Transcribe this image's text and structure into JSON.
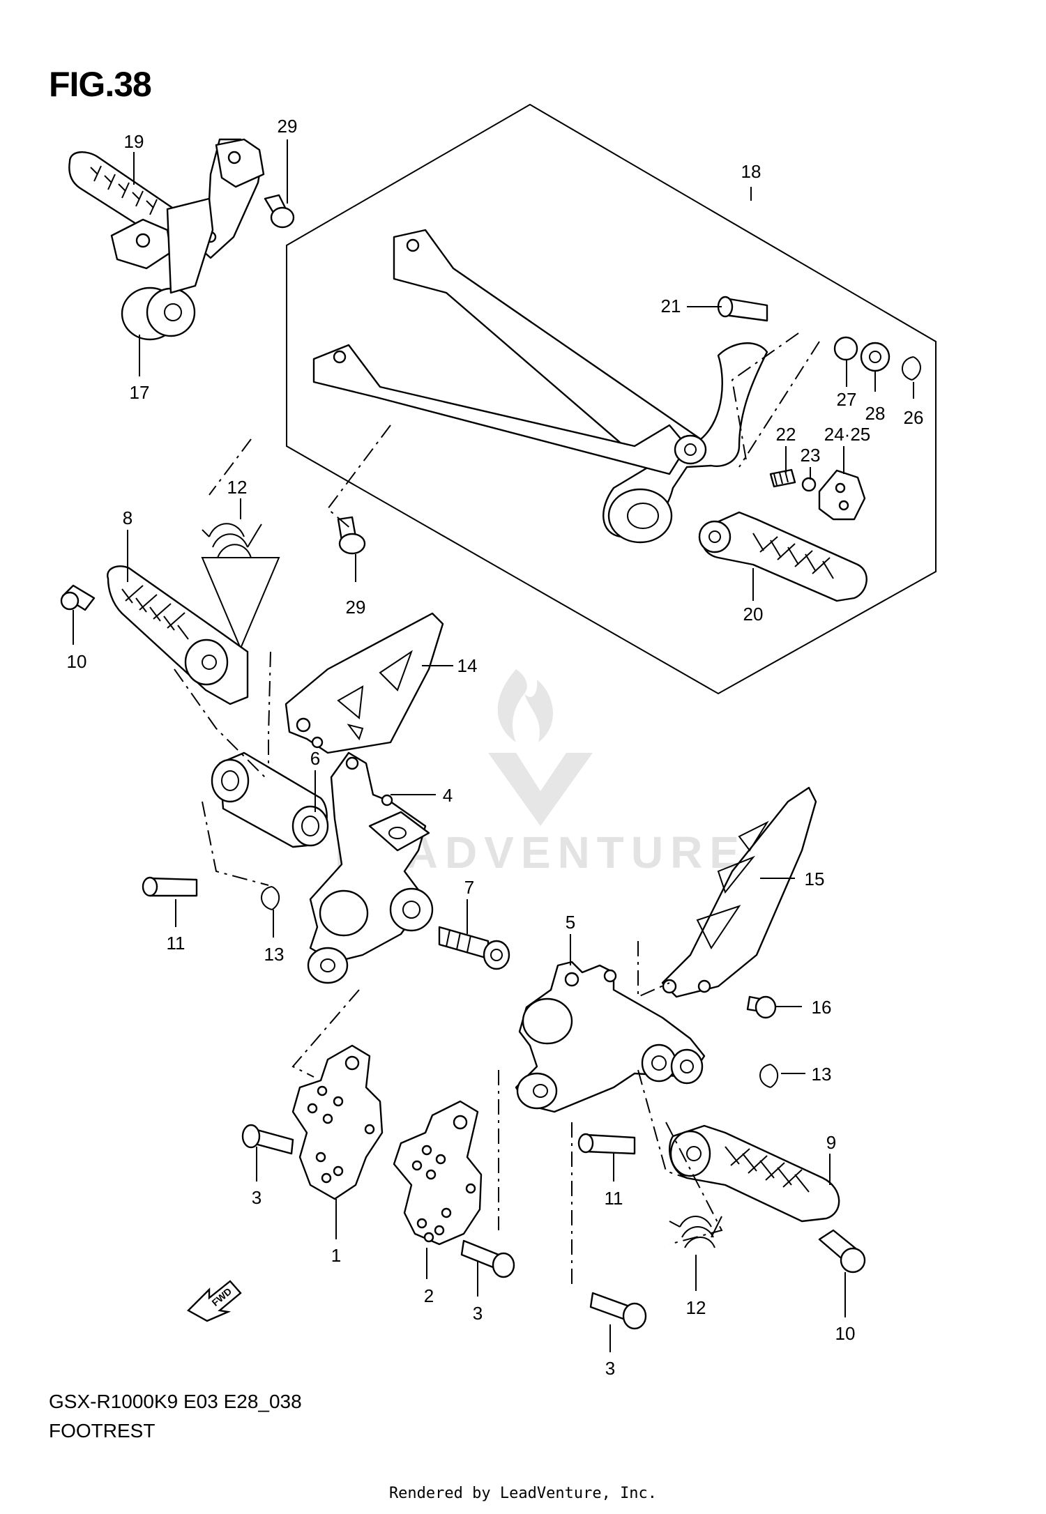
{
  "figure": {
    "title": "FIG.38",
    "model": "GSX-R1000K9 E03 E28_038",
    "section": "FOOTREST",
    "credit": "Rendered by LeadVenture, Inc.",
    "watermark": "LEADVENTURE",
    "fwd_label": "FWD"
  },
  "callouts": [
    {
      "id": "c19",
      "label": "19"
    },
    {
      "id": "c29a",
      "label": "29"
    },
    {
      "id": "c17",
      "label": "17"
    },
    {
      "id": "c18",
      "label": "18"
    },
    {
      "id": "c21",
      "label": "21"
    },
    {
      "id": "c27",
      "label": "27"
    },
    {
      "id": "c28",
      "label": "28"
    },
    {
      "id": "c26",
      "label": "26"
    },
    {
      "id": "c22",
      "label": "22"
    },
    {
      "id": "c23",
      "label": "23"
    },
    {
      "id": "c2425",
      "label": "24·25"
    },
    {
      "id": "c20",
      "label": "20"
    },
    {
      "id": "c12a",
      "label": "12"
    },
    {
      "id": "c8",
      "label": "8"
    },
    {
      "id": "c29b",
      "label": "29"
    },
    {
      "id": "c10a",
      "label": "10"
    },
    {
      "id": "c14",
      "label": "14"
    },
    {
      "id": "c6",
      "label": "6"
    },
    {
      "id": "c4",
      "label": "4"
    },
    {
      "id": "c11a",
      "label": "11"
    },
    {
      "id": "c13a",
      "label": "13"
    },
    {
      "id": "c7",
      "label": "7"
    },
    {
      "id": "c5",
      "label": "5"
    },
    {
      "id": "c15",
      "label": "15"
    },
    {
      "id": "c16",
      "label": "16"
    },
    {
      "id": "c13b",
      "label": "13"
    },
    {
      "id": "c3a",
      "label": "3"
    },
    {
      "id": "c1",
      "label": "1"
    },
    {
      "id": "c2",
      "label": "2"
    },
    {
      "id": "c3b",
      "label": "3"
    },
    {
      "id": "c11b",
      "label": "11"
    },
    {
      "id": "c9",
      "label": "9"
    },
    {
      "id": "c12b",
      "label": "12"
    },
    {
      "id": "c10b",
      "label": "10"
    },
    {
      "id": "c3c",
      "label": "3"
    }
  ]
}
